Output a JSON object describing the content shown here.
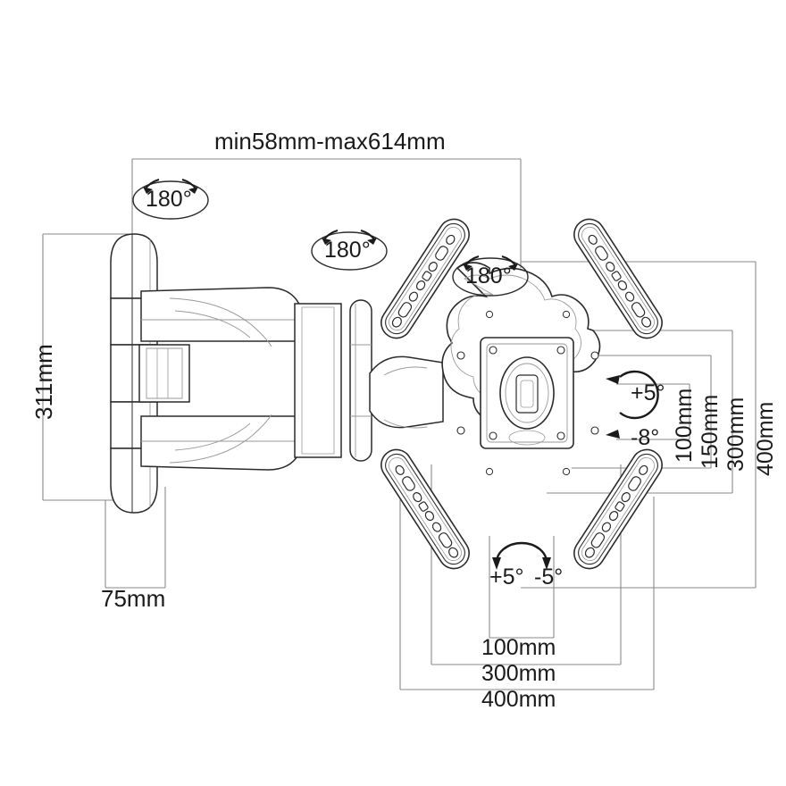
{
  "drawing": {
    "title": "TV wall mount full-motion bracket dimension drawing",
    "background_color": "#ffffff",
    "line_color": "#2b2b2b",
    "dimension_line_color": "#8a8a8a",
    "text_color": "#1a1a1a"
  },
  "dimensions": {
    "extension": "min58mm-max614mm",
    "height": "311mm",
    "wall_plate_depth": "75mm",
    "vesa_vertical": [
      "100mm",
      "150mm",
      "300mm",
      "400mm"
    ],
    "vesa_horizontal": [
      "100mm",
      "300mm",
      "400mm"
    ]
  },
  "angles": {
    "swivel_badges": [
      "180°",
      "180°",
      "180°"
    ],
    "tilt_up": "+5°",
    "tilt_down": "-8°",
    "rotate_left": "+5°",
    "rotate_right": "-5°"
  },
  "chart_data": {
    "type": "table",
    "title": "TV wall mount full-motion bracket dimension drawing",
    "categories": [
      "extension",
      "height",
      "wall_plate_depth",
      "vesa_v_100",
      "vesa_v_150",
      "vesa_v_300",
      "vesa_v_400",
      "vesa_h_100",
      "vesa_h_300",
      "vesa_h_400",
      "tilt_up",
      "tilt_down",
      "rotate_left",
      "rotate_right",
      "swivel_1",
      "swivel_2",
      "swivel_3"
    ],
    "values": [
      "min58mm-max614mm",
      "311mm",
      "75mm",
      "100mm",
      "150mm",
      "300mm",
      "400mm",
      "100mm",
      "300mm",
      "400mm",
      "+5°",
      "-8°",
      "+5°",
      "-5°",
      "180°",
      "180°",
      "180°"
    ],
    "xlabel": "",
    "ylabel": "",
    "grid": false,
    "legend": false
  }
}
